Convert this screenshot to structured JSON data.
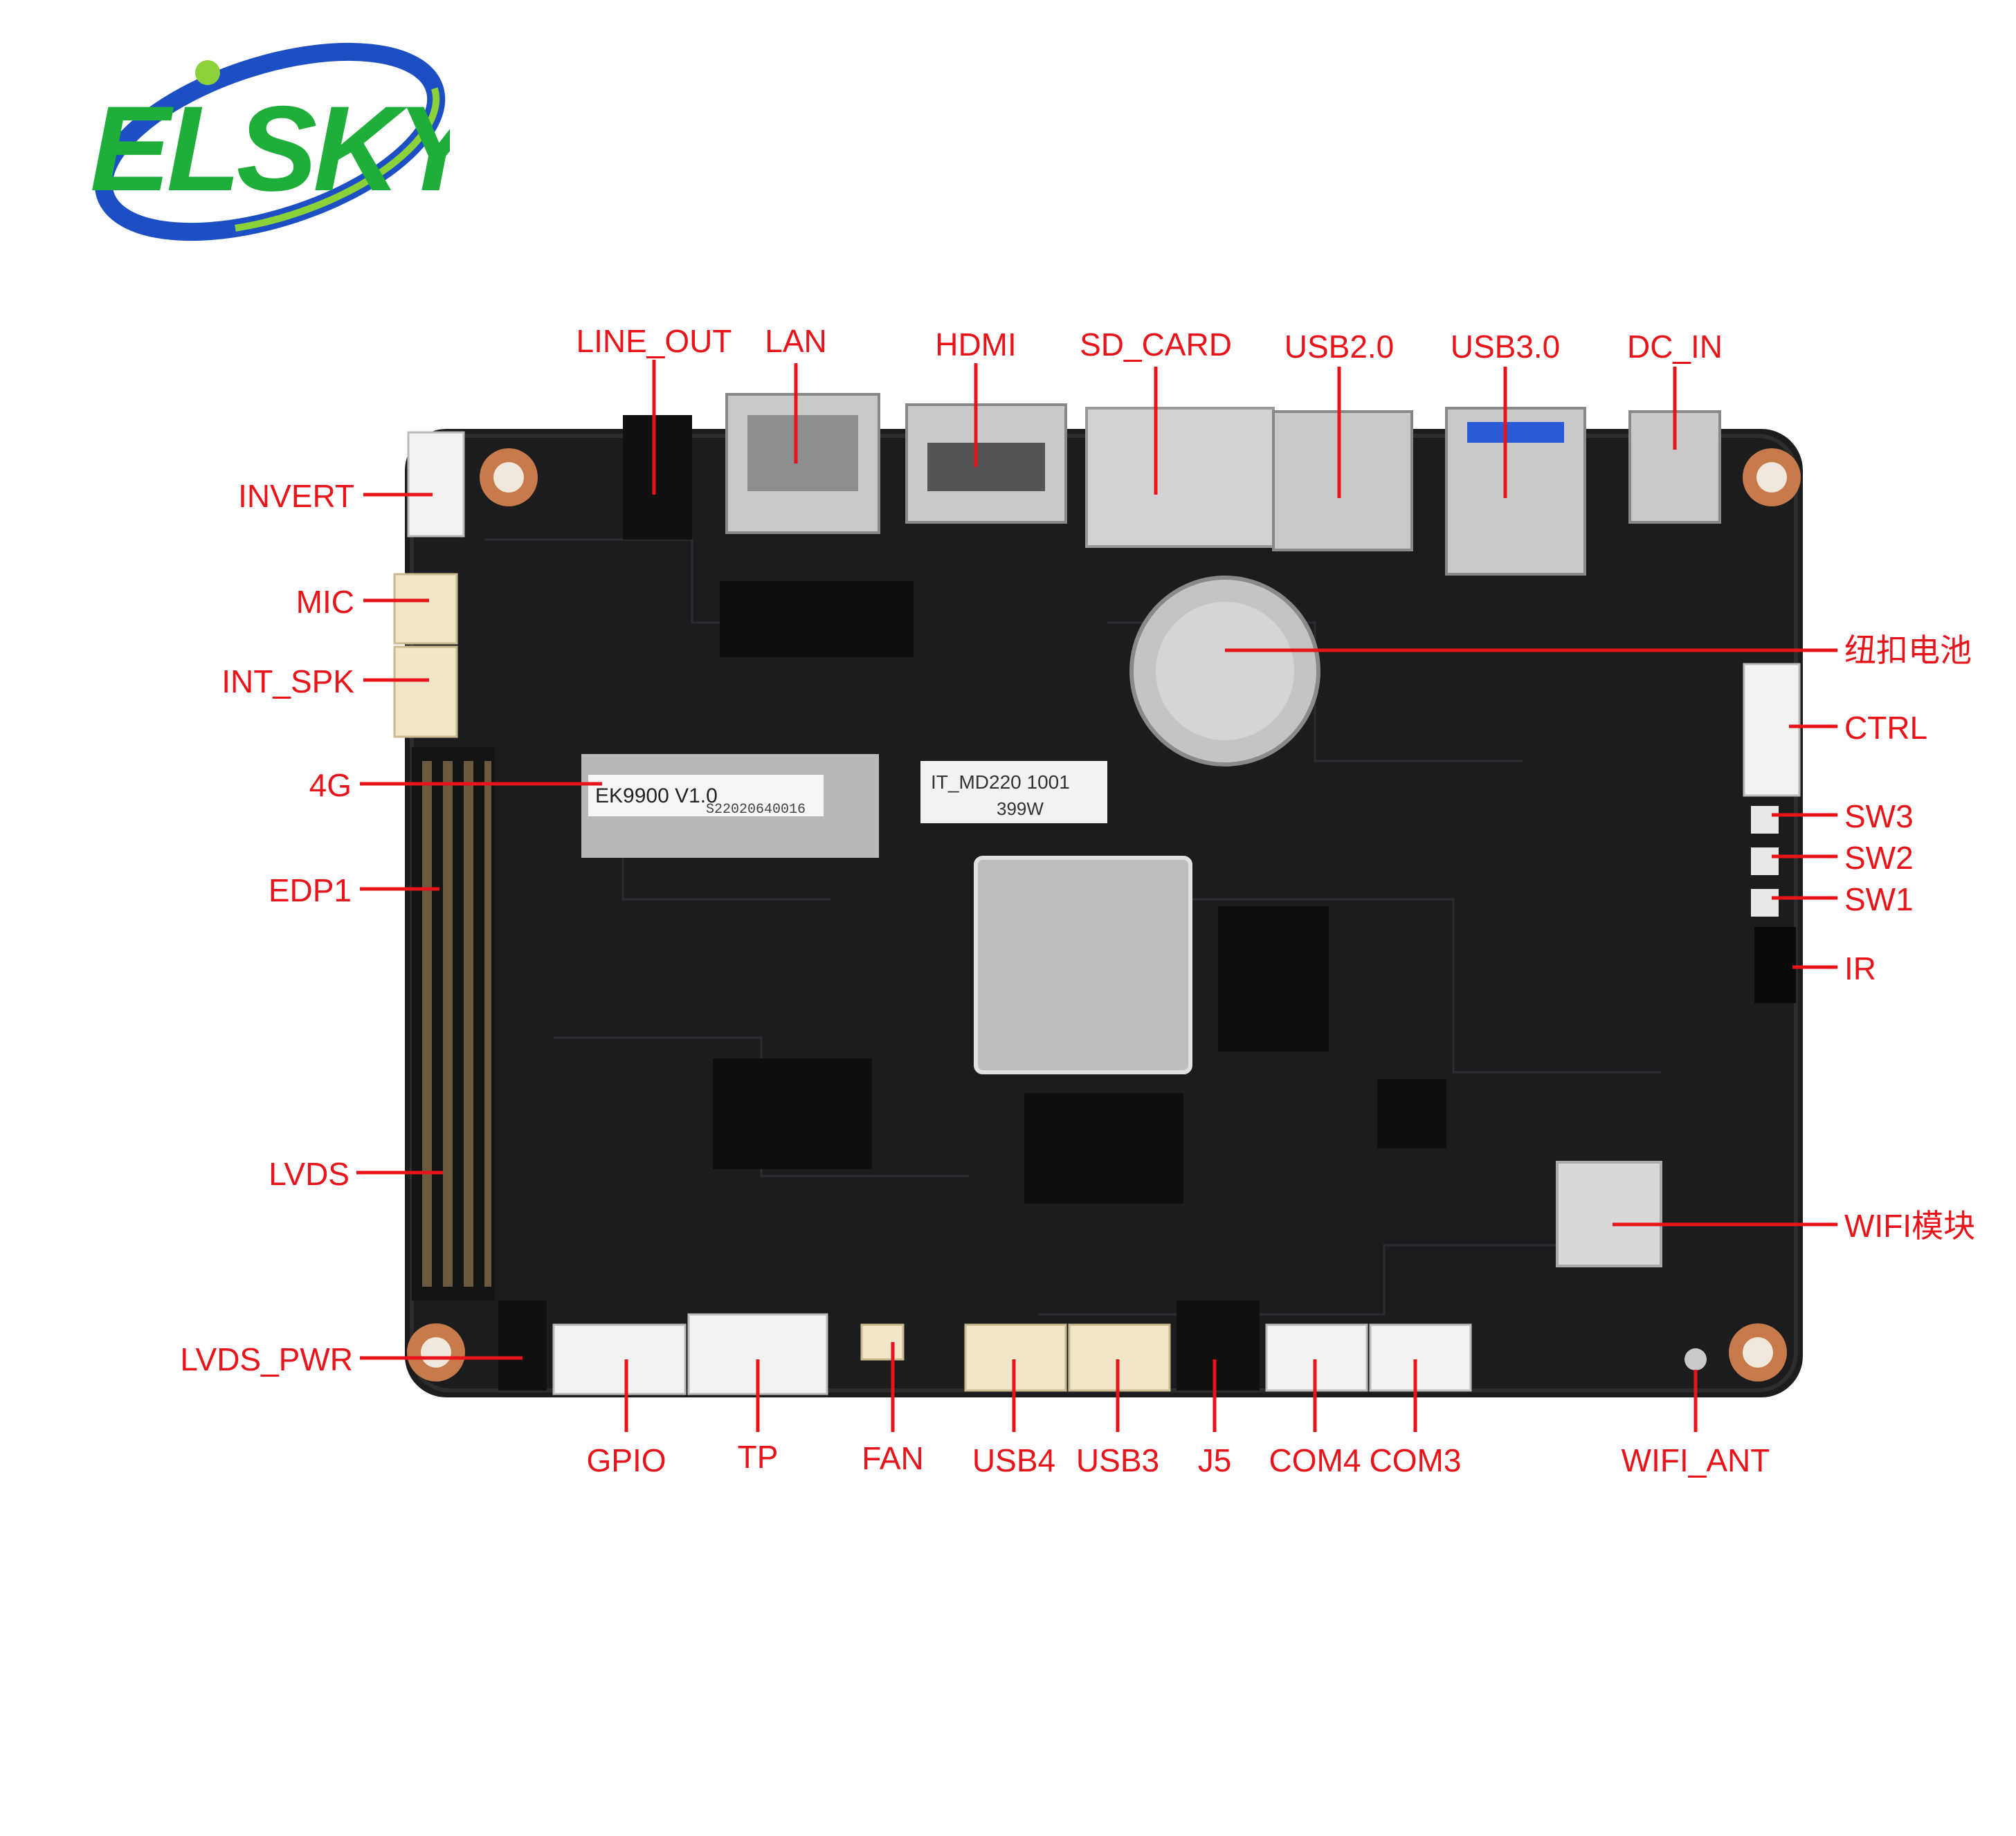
{
  "logo": {
    "text": "ELSKY",
    "colors": {
      "green": "#1fae3a",
      "blue": "#1d4fc4",
      "lime": "#8bd13a"
    }
  },
  "board": {
    "pcb_silkscreen": "EK9900 V1.0",
    "label_serial": "S22020640016",
    "chip_label": "IT_MD220 1001",
    "chip_label_2": "399W"
  },
  "labels": {
    "top": [
      "LINE_OUT",
      "LAN",
      "HDMI",
      "SD_CARD",
      "USB2.0",
      "USB3.0",
      "DC_IN"
    ],
    "left": [
      "INVERT",
      "MIC",
      "INT_SPK",
      "4G",
      "EDP1",
      "LVDS",
      "LVDS_PWR"
    ],
    "right": [
      "纽扣电池",
      "CTRL",
      "SW3",
      "SW2",
      "SW1",
      "IR",
      "WIFI模块"
    ],
    "bottom": [
      "GPIO",
      "TP",
      "FAN",
      "USB4",
      "USB3",
      "J5",
      "COM4",
      "COM3",
      "WIFI_ANT"
    ]
  },
  "colors": {
    "callout": "#e8141a",
    "pcb": "#1c1c1e",
    "connector_white": "#f2f2f0",
    "connector_beige": "#f1e6c8",
    "metal": "#c9c9cb"
  }
}
